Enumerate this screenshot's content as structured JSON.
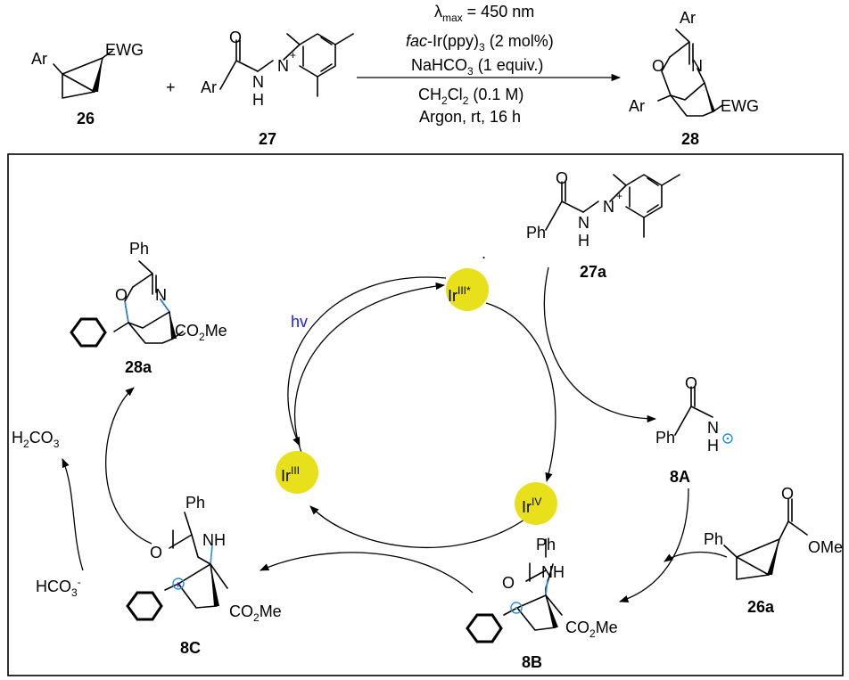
{
  "reaction": {
    "conditions": {
      "line1": "λmax = 450 nm",
      "line1_main": "λ",
      "line1_sub": "max",
      "line1_rest": " = 450 nm",
      "line2_italic": "fac",
      "line2_rest": "-Ir(ppy)",
      "line2_sub": "3",
      "line2_end": " (2 mol%)",
      "line3": "NaHCO",
      "line3_sub": "3",
      "line3_end": " (1 equiv.)",
      "line4_a": "CH",
      "line4_sub1": "2",
      "line4_b": "Cl",
      "line4_sub2": "2",
      "line4_end": " (0.1 M)",
      "line5": "Argon, rt, 16 h"
    },
    "plus": "+",
    "compounds": {
      "c26": "26",
      "c27": "27",
      "c28": "28"
    },
    "atoms": {
      "ar": "Ar",
      "ewg": "EWG",
      "o": "O",
      "n": "N",
      "h": "H",
      "nplus": "+"
    }
  },
  "cycle": {
    "ir3_star": {
      "base": "Ir",
      "sup": "III*"
    },
    "ir3": {
      "base": "Ir",
      "sup": "III"
    },
    "ir4": {
      "base": "Ir",
      "sup": "IV"
    },
    "hv": "hv",
    "dot": ".",
    "compounds": {
      "c27a": "27a",
      "c28a": "28a",
      "c8A": "8A",
      "c8B": "8B",
      "c8C": "8C",
      "c26a": "26a"
    },
    "labels": {
      "ph": "Ph",
      "co2me": "CO",
      "co2me_sub": "2",
      "co2me_end": "Me",
      "ome": "OMe",
      "h2co3_a": "H",
      "h2co3_sub1": "2",
      "h2co3_b": "CO",
      "h2co3_sub2": "3",
      "hco3_a": "HCO",
      "hco3_sub": "3",
      "hco3_sup": "-",
      "nh": "NH",
      "n": "N",
      "h": "H",
      "o": "O",
      "plus": "+"
    }
  },
  "colors": {
    "iridium": "#e8e01a",
    "highlight": "#2a8fd8",
    "hv": "#1a1aff"
  }
}
